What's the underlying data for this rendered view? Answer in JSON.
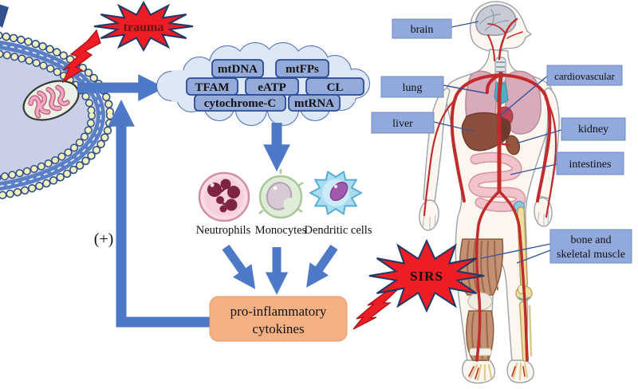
{
  "starbursts": {
    "trauma": "trauma",
    "sirs": "SIRS"
  },
  "feedback": {
    "plus": "(+)"
  },
  "damps": {
    "mtdna": "mtDNA",
    "mtfps": "mtFPs",
    "tfam": "TFAM",
    "eatp": "eATP",
    "cl": "CL",
    "cytc": "cytochrome-C",
    "mtrna": "mtRNA"
  },
  "immune_cells": {
    "neutrophils": "Neutrophils",
    "monocytes": "Monocytes",
    "dendritic": "Dendritic cells"
  },
  "cytokines": {
    "line1": "pro-inflammatory",
    "line2": "cytokines"
  },
  "organs": {
    "brain": "brain",
    "cardiovascular": "cardiovascular",
    "lung": "lung",
    "liver": "liver",
    "kidney": "kidney",
    "intestines": "intestines",
    "bone_line1": "bone and",
    "bone_line2": "skeletal muscle"
  },
  "colors": {
    "arrow_blue": "#4d79c7",
    "starburst_red": "#ee1c25",
    "starburst_border": "#1f3864",
    "cloud_fill": "#dde7f6",
    "cloud_border": "#4a70b8",
    "term_box_fill": "#94aad9",
    "term_box_border": "#2b4a97",
    "cytokine_box_fill": "#f5b183",
    "organ_label_fill": "#91a9dc",
    "membrane_band_blue": "#5a7fc5",
    "bead_yellow": "#f4f0ba",
    "cell_interior": "#c9cfe6",
    "artery_red": "#c22b2b"
  }
}
